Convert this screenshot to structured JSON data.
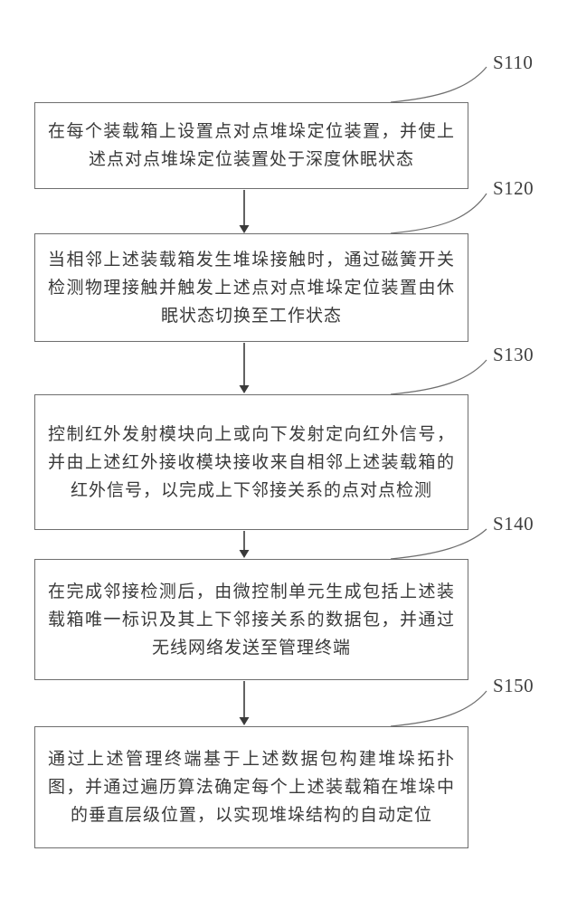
{
  "flowchart": {
    "type": "vertical-flowchart",
    "steps": [
      {
        "label": "S110",
        "text": "在每个装载箱上设置点对点堆垛定位装置，并使上述点对点堆垛定位装置处于深度休眠状态"
      },
      {
        "label": "S120",
        "text": "当相邻上述装载箱发生堆垛接触时，通过磁簧开关检测物理接触并触发上述点对点堆垛定位装置由休眠状态切换至工作状态"
      },
      {
        "label": "S130",
        "text": "控制红外发射模块向上或向下发射定向红外信号，并由上述红外接收模块接收来自相邻上述装载箱的红外信号，以完成上下邻接关系的点对点检测"
      },
      {
        "label": "S140",
        "text": "在完成邻接检测后，由微控制单元生成包括上述装载箱唯一标识及其上下邻接关系的数据包，并通过无线网络发送至管理终端"
      },
      {
        "label": "S150",
        "text": "通过上述管理终端基于上述数据包构建堆垛拓扑图，并通过遍历算法确定每个上述装载箱在堆垛中的垂直层级位置，以实现堆垛结构的自动定位"
      }
    ]
  },
  "colors": {
    "line": "#6e6e6e",
    "text": "#3a3a3a",
    "background": "#ffffff"
  }
}
